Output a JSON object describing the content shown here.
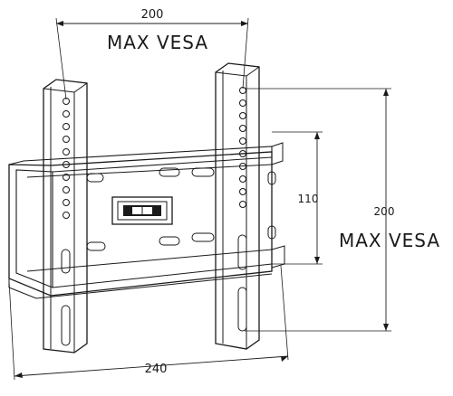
{
  "diagram": {
    "top_width_label": "200",
    "top_vesa_label": "MAX VESA",
    "right_vesa_label": "MAX VESA",
    "inner_height_label": "110",
    "outer_height_label": "200",
    "bottom_width_label": "240"
  },
  "colors": {
    "line": "#1a1a1a",
    "background": "#ffffff"
  }
}
